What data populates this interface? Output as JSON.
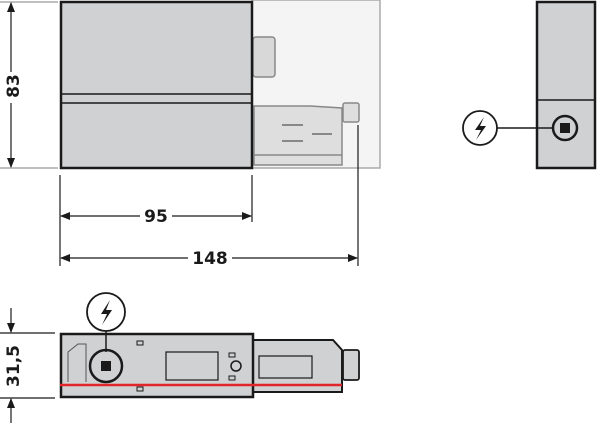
{
  "dimensions": {
    "height": "83",
    "length_body": "95",
    "length_total": "148",
    "width": "31,5"
  },
  "icons": {
    "power_symbol": "lightning-bolt-icon"
  },
  "colors": {
    "body_fill": "#d0d1d3",
    "extension_fill": "#f4f4f4",
    "outline": "#1a1a1a",
    "accent_line": "#e0252b"
  }
}
